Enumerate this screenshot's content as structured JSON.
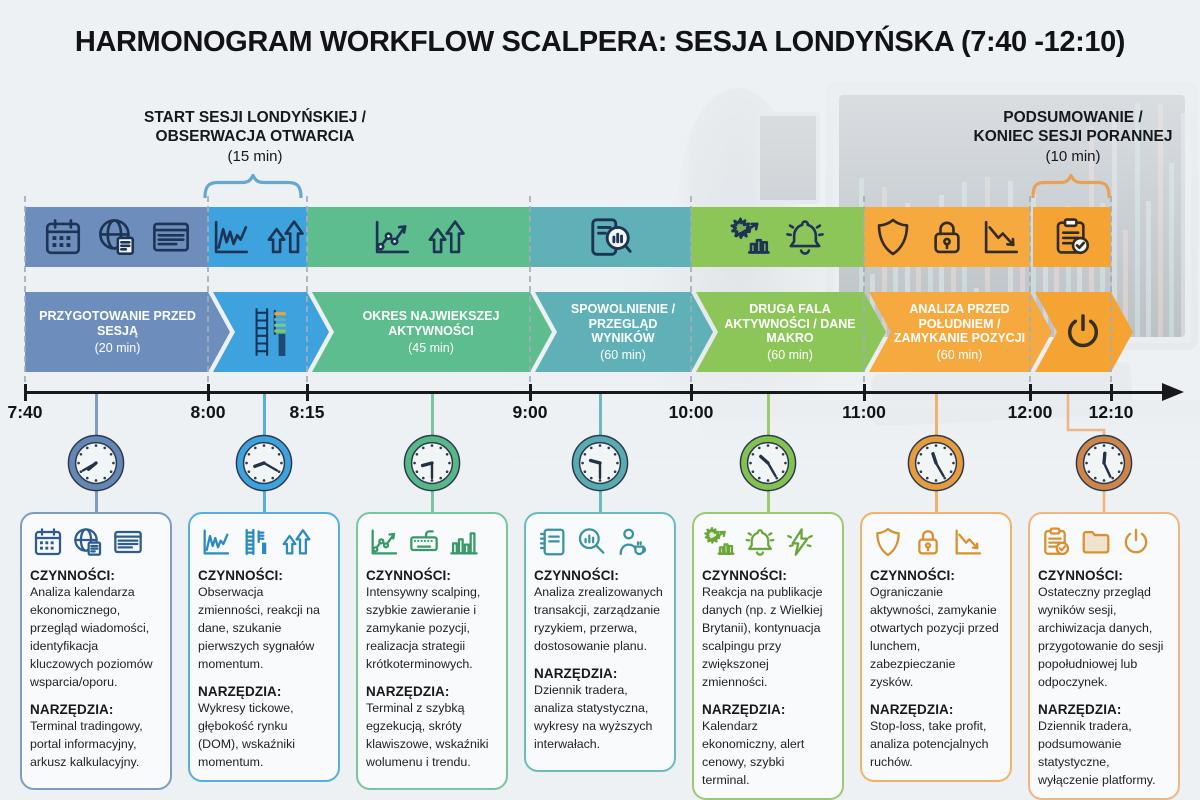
{
  "title": "HARMONOGRAM WORKFLOW SCALPERA: SESJA LONDYŃSKA (7:40 -12:10)",
  "callouts": {
    "start": {
      "line1": "START SESJI LONDYŃSKIEJ /",
      "line2": "OBSERWACJA OTWARCIA",
      "duration": "(15 min)"
    },
    "end": {
      "line1": "PODSUMOWANIE /",
      "line2": "KONIEC SESJI PORANNEJ",
      "duration": "(10 min)"
    }
  },
  "timeline": {
    "times": [
      "7:40",
      "8:00",
      "8:15",
      "9:00",
      "10:00",
      "11:00",
      "12:00",
      "12:10"
    ]
  },
  "section_labels": {
    "activities": "CZYNNOŚCI:",
    "tools": "NARZĘDZIA:"
  },
  "phases": [
    {
      "label": "PRZYGOTOWANIE PRZED SESJĄ",
      "duration": "(20 min)",
      "color": "#6d8ebc",
      "band_icons": [
        "calendar-icon",
        "globe-news-icon",
        "news-list-icon"
      ],
      "chevron_icon": ""
    },
    {
      "label": "",
      "duration": "",
      "color": "#3da2de",
      "band_icons": [
        "line-chart-icon",
        "double-up-arrows-icon"
      ],
      "chevron_icon": "dom-ladder-icon"
    },
    {
      "label": "OKRES NAJWIEKSZEJ AKTYWNOŚCI",
      "duration": "(45 min)",
      "color": "#5dbd8e",
      "band_icons": [
        "scatter-chart-icon",
        "double-up-arrows-icon"
      ],
      "chevron_icon": ""
    },
    {
      "label": "SPOWOLNIENIE / PRZEGLĄD WYNIKÓW",
      "duration": "(60 min)",
      "color": "#5fb1b7",
      "band_icons": [
        "journal-magnifier-icon"
      ],
      "chevron_icon": ""
    },
    {
      "label": "DRUGA FALA AKTYWNOŚCI / DANE MAKRO",
      "duration": "(60 min)",
      "color": "#8dc658",
      "band_icons": [
        "burst-chart-icon",
        "bell-icon"
      ],
      "chevron_icon": ""
    },
    {
      "label": "ANALIZA PRZED POŁUDNIEM / ZAMYKANIE POZYCJI",
      "duration": "(60 min)",
      "color": "#f5a93e",
      "band_icons": [
        "shield-icon",
        "padlock-icon",
        "down-chart-icon"
      ],
      "chevron_icon": ""
    },
    {
      "label": "",
      "duration": "",
      "color": "#f5a434",
      "band_icons": [
        "clipboard-check-icon"
      ],
      "chevron_icon": "power-icon"
    }
  ],
  "cards": [
    {
      "border": "#7d9cc0",
      "ink": "#2d5c8f",
      "clock": "#6487b4",
      "icons": [
        "calendar-icon",
        "globe-news-icon",
        "news-list-icon"
      ],
      "activities": "Analiza kalendarza ekonomicznego, przegląd wiadomości, identyfikacja kluczowych poziomów wsparcia/oporu.",
      "tools": "Terminal tradingowy, portal informacyjny, arkusz kalkulacyjny."
    },
    {
      "border": "#57aee0",
      "ink": "#2b8ac2",
      "clock": "#3da2de",
      "icons": [
        "line-chart-icon",
        "dom-ladder-icon",
        "double-up-arrows-icon"
      ],
      "activities": "Obserwacja zmienności, reakcji na dane, szukanie pierwszych sygnałów momentum.",
      "tools": "Wykresy tickowe, głębokość rynku (DOM), wskaźniki momentum."
    },
    {
      "border": "#79c59e",
      "ink": "#379a68",
      "clock": "#56b889",
      "icons": [
        "scatter-chart-icon",
        "keyboard-icon",
        "bar-chart-icon"
      ],
      "activities": "Intensywny scalping, szybkie zawieranie i zamykanie pozycji, realizacja strategii krótkoterminowych.",
      "tools": "Terminal z szybką egzekucją, skróty klawiszowe, wskaźniki wolumenu i trendu."
    },
    {
      "border": "#6cbac1",
      "ink": "#3b93a0",
      "clock": "#58abb1",
      "icons": [
        "notebook-icon",
        "magnifier-chart-icon",
        "person-coffee-icon"
      ],
      "activities": "Analiza zrealizowanych transakcji, zarządzanie ryzykiem, przerwa, dostosowanie planu.",
      "tools": "Dziennik tradera, analiza statystyczna, wykresy na wyższych interwałach."
    },
    {
      "border": "#9cca71",
      "ink": "#6aa637",
      "clock": "#84c24f",
      "icons": [
        "burst-chart-icon",
        "bell-icon",
        "lightning-icon"
      ],
      "activities": "Reakcja na publikacje danych (np. z Wielkiej Brytanii), kontynuacja scalpingu przy zwiększonej zmienności.",
      "tools": "Kalendarz ekonomiczny, alert cenowy, szybki terminal."
    },
    {
      "border": "#f0b168",
      "ink": "#d8912f",
      "clock": "#e79b3f",
      "icons": [
        "shield-icon",
        "padlock-icon",
        "down-chart-icon"
      ],
      "activities": "Ograniczanie aktywności, zamykanie otwartych pozycji przed lunchem, zabezpieczanie zysków.",
      "tools": "Stop-loss, take profit, analiza potencjalnych ruchów."
    },
    {
      "border": "#efb583",
      "ink": "#d8912f",
      "clock": "#cd854a",
      "icons": [
        "clipboard-check-icon",
        "folder-icon",
        "power-icon"
      ],
      "activities": "Ostateczny przegląd wyników sesji, archiwizacja danych, przygotowanie do sesji popołudniowej lub odpoczynek.",
      "tools": "Dziennik tradera, podsumowanie statystyczne, wyłączenie platformy."
    }
  ],
  "colors": {
    "background": "#edf1f4",
    "axis": "#17191d",
    "dashed_guides": "#a3aeb9",
    "brace_start": "#63a8cf",
    "brace_end": "#e8a154",
    "title_text": "#111318",
    "card_bg": "#f7fafc",
    "chevron_text": "#ffffff",
    "band_icon_ink": "#1d3454"
  }
}
